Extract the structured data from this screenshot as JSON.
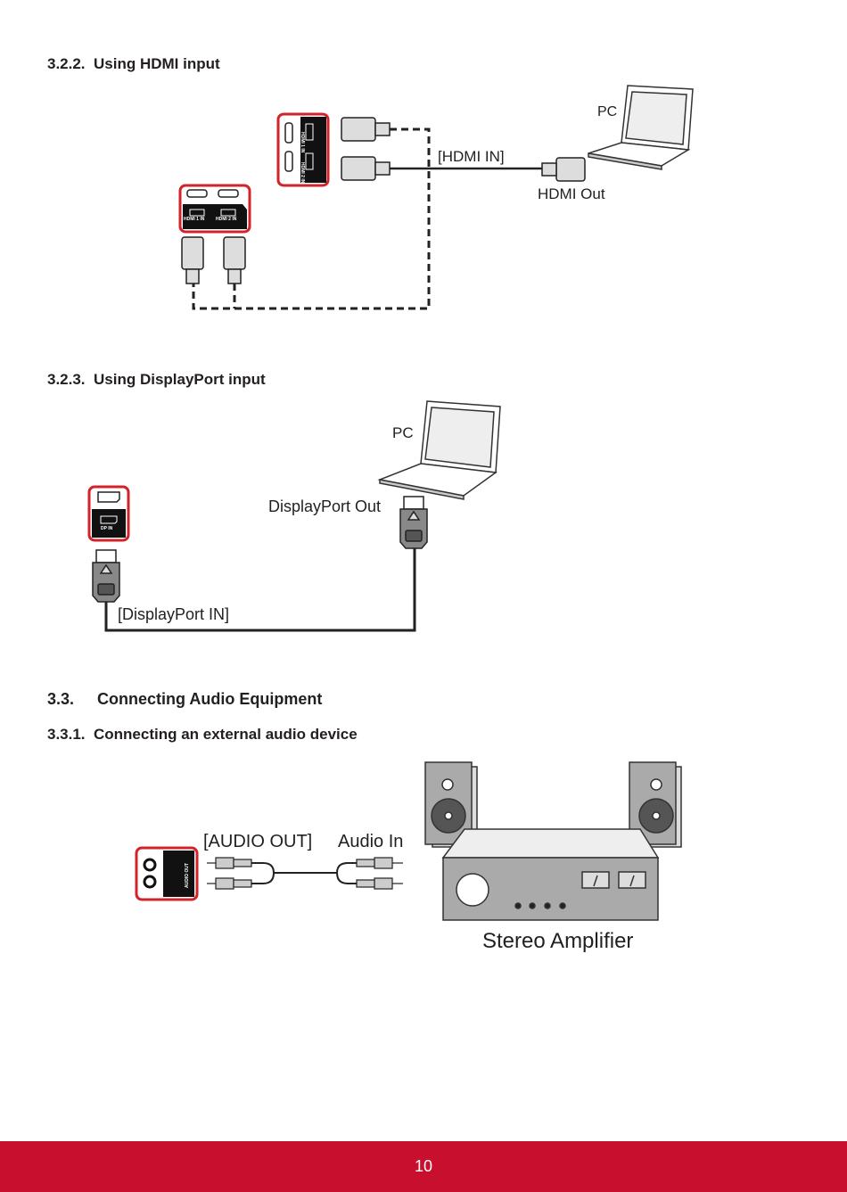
{
  "sections": [
    {
      "number": "3.2.2.",
      "title": "Using HDMI input"
    },
    {
      "number": "3.2.3.",
      "title": "Using DisplayPort input"
    },
    {
      "number": "3.3.",
      "title": "Connecting Audio Equipment"
    },
    {
      "number": "3.3.1.",
      "title": "Connecting an external audio device"
    }
  ],
  "hdmi_diagram": {
    "pc_label": "PC",
    "input_label": "[HDMI IN]",
    "output_label": "HDMI Out",
    "port_labels": [
      "HDMI 1 IN",
      "HDMI 2 IN"
    ]
  },
  "dp_diagram": {
    "pc_label": "PC",
    "output_label": "DisplayPort Out",
    "input_label": "[DisplayPort IN]",
    "port_label": "DP IN"
  },
  "audio_diagram": {
    "output_label": "[AUDIO OUT]",
    "input_label": "Audio In",
    "port_label": "AUDIO OUT",
    "device_label": "Stereo Amplifier"
  },
  "colors": {
    "accent": "#c8102e",
    "highlight_box": "#d2232a"
  },
  "footer": {
    "page_number": "10"
  }
}
